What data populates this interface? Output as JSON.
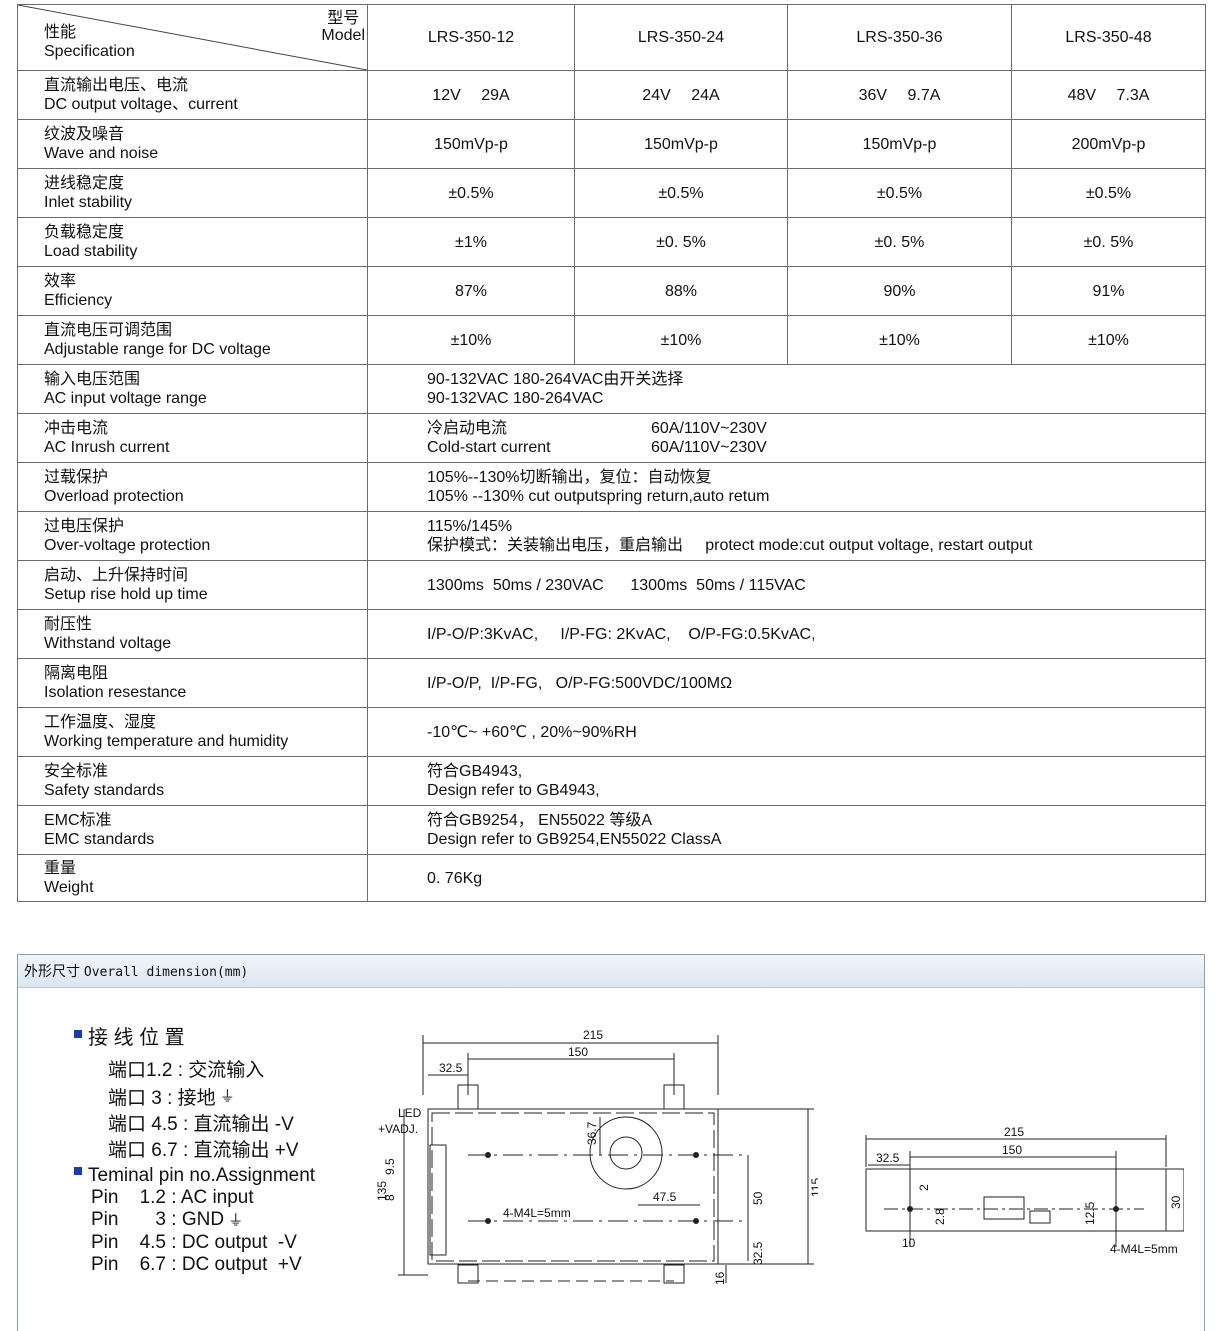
{
  "header": {
    "model_zh": "型号",
    "model_en": "Model",
    "spec_zh": "性能",
    "spec_en": "Specification",
    "models": [
      "LRS-350-12",
      "LRS-350-24",
      "LRS-350-36",
      "LRS-350-48"
    ]
  },
  "rows": [
    {
      "zh": "直流输出电压、电流",
      "en": "DC output voltage、current",
      "vals": [
        "12V　 29A",
        "24V　 24A",
        "36V　 9.7A",
        "48V　 7.3A"
      ]
    },
    {
      "zh": "纹波及噪音",
      "en": "Wave and noise",
      "vals": [
        "150mVp-p",
        "150mVp-p",
        "150mVp-p",
        "200mVp-p"
      ]
    },
    {
      "zh": "进线稳定度",
      "en": "Inlet stability",
      "vals": [
        "±0.5%",
        "±0.5%",
        "±0.5%",
        "±0.5%"
      ]
    },
    {
      "zh": "负载稳定度",
      "en": "Load stability",
      "vals": [
        "±1%",
        "±0. 5%",
        "±0. 5%",
        "±0. 5%"
      ]
    },
    {
      "zh": "效率",
      "en": "Efficiency",
      "vals": [
        "87%",
        "88%",
        "90%",
        "91%"
      ]
    },
    {
      "zh": "直流电压可调范围",
      "en": "Adjustable range for DC voltage",
      "vals": [
        "±10%",
        "±10%",
        "±10%",
        "±10%"
      ]
    }
  ],
  "span_rows": [
    {
      "zh": "输入电压范围",
      "en": "AC input voltage range",
      "lines": [
        "90-132VAC  180-264VAC由开关选择",
        "90-132VAC  180-264VAC"
      ]
    },
    {
      "zh": "冲击电流",
      "en": "AC  Inrush  current",
      "lines": [
        "冷启动电流",
        "Cold-start current"
      ],
      "lines_right": [
        "60A/110V~230V",
        "60A/110V~230V"
      ]
    },
    {
      "zh": "过载保护",
      "en": "Overload protection",
      "lines": [
        "105%--130%切断输出，复位：自动恢复",
        "105% --130%  cut outputspring return,auto retum"
      ]
    },
    {
      "zh": "过电压保护",
      "en": "Over-voltage protection",
      "lines": [
        "115%/145%",
        "保护模式：关装输出电压，重启输出     protect mode:cut output voltage, restart output"
      ]
    },
    {
      "zh": "启动、上升保持时间",
      "en": "Setup rise hold up time",
      "lines": [
        "1300ms  50ms / 230VAC      1300ms  50ms / 115VAC"
      ]
    },
    {
      "zh": "耐压性",
      "en": "Withstand voltage",
      "lines": [
        "I/P-O/P:3KvAC,     I/P-FG: 2KvAC,    O/P-FG:0.5KvAC,"
      ]
    },
    {
      "zh": "隔离电阻",
      "en": "Isolation resestance",
      "lines": [
        "I/P-O/P,  I/P-FG,   O/P-FG:500VDC/100MΩ"
      ]
    },
    {
      "zh": "工作温度、湿度",
      "en": "Working temperature and humidity",
      "lines": [
        "-10℃~ +60℃ , 20%~90%RH"
      ]
    },
    {
      "zh": "安全标准",
      "en": "Safety standards",
      "lines": [
        "符合GB4943,",
        "Design refer to GB4943,"
      ]
    },
    {
      "zh": "EMC标准",
      "en": "EMC standards",
      "lines": [
        "符合GB9254， EN55022 等级A",
        "Design refer to GB9254,EN55022 ClassA"
      ]
    },
    {
      "zh": "重量",
      "en": "Weight",
      "lines": [
        "0. 76Kg"
      ]
    }
  ],
  "dimension": {
    "title_zh": "外形尺寸",
    "title_en": "Overall dimension(mm)",
    "wiring_title": "接 线 位 置",
    "wiring_lines": [
      "端口1.2 :  交流输入",
      "端口    3 : 接地",
      "端口 4.5 : 直流输出 -V",
      "端口 6.7 : 直流输出 +V"
    ],
    "assign_title": "Teminal pin no.Assignment",
    "assign_lines": [
      "Pin    1.2 : AC input",
      "Pin       3 : GND",
      "Pin    4.5 : DC output  -V",
      "Pin    6.7 : DC output  +V"
    ],
    "front": {
      "w215": "215",
      "w150": "150",
      "d325": "32.5",
      "d367": "36.7",
      "d95": "9.5",
      "d8": "8",
      "d135": "135",
      "d50": "50",
      "d115": "115",
      "d475": "47.5",
      "d325b": "32.5",
      "d16": "16",
      "led": "LED",
      "vadj": "+VADJ.",
      "screw": "4-M4L=5mm"
    },
    "side": {
      "w215": "215",
      "w150": "150",
      "d325": "32.5",
      "d2": "2",
      "d28": "2.8",
      "d10": "10",
      "d125": "12.5",
      "d30": "30",
      "screw": "4-M4L=5mm"
    }
  }
}
